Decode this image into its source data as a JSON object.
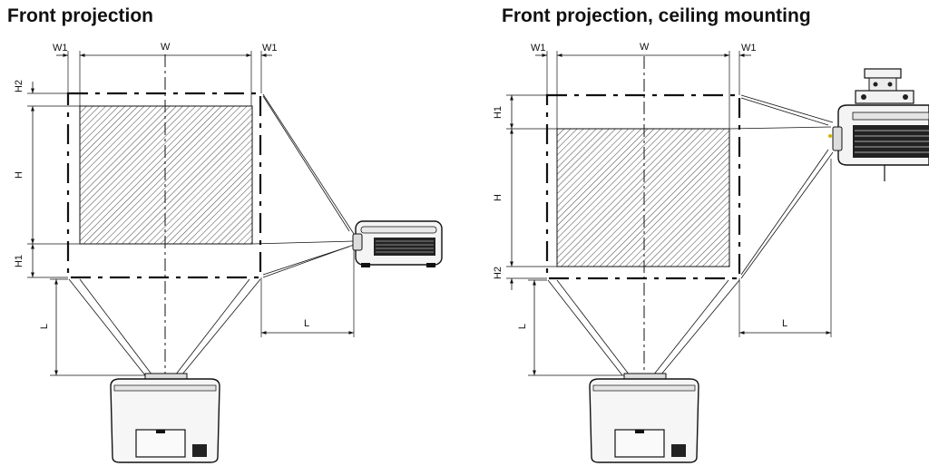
{
  "panels": [
    {
      "id": "left",
      "title": "Front projection",
      "labels": {
        "w1_left": "W1",
        "w": "W",
        "w1_right": "W1",
        "h_top": "H2",
        "h": "H",
        "h_bottom": "H1",
        "l_vertical": "L",
        "l_horizontal": "L"
      }
    },
    {
      "id": "right",
      "title": "Front projection, ceiling mounting",
      "labels": {
        "w1_left": "W1",
        "w": "W",
        "w1_right": "W1",
        "h_top": "H1",
        "h": "H",
        "h_bottom": "H2",
        "l_vertical": "L",
        "l_horizontal": "L"
      }
    }
  ]
}
